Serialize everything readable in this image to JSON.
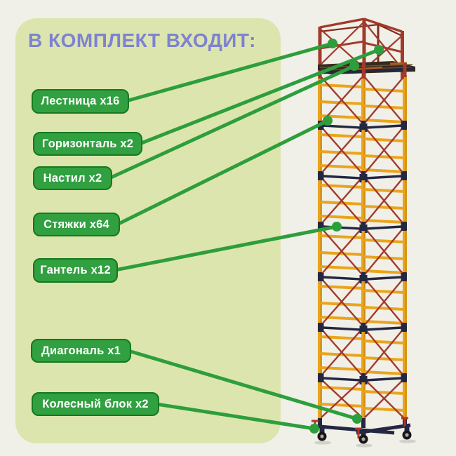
{
  "title": "В КОМПЛЕКТ ВХОДИТ:",
  "kit_items": [
    {
      "label": "Лестница x16"
    },
    {
      "label": "Горизонталь x2"
    },
    {
      "label": "Настил x2"
    },
    {
      "label": "Стяжки x64"
    },
    {
      "label": "Гантель x12"
    },
    {
      "label": "Диагональ x1"
    },
    {
      "label": "Колесный блок x2"
    }
  ],
  "colors": {
    "page_bg": "#f0f0e8",
    "panel_bg": "#dde5ae",
    "title_text": "#7e82d1",
    "pill_bg": "#31a040",
    "pill_border": "#15791d",
    "pill_text": "#ffffff",
    "connector_green": "#2d9e3c",
    "tower_yellow": "#eaa41d",
    "tower_yellow_dark": "#b97f12",
    "tower_red": "#a23a2b",
    "tower_red_dark": "#82291d",
    "tower_navy": "#232742",
    "deck_brown": "#352a1d",
    "deck_plank": "#6a5130",
    "deck_orange": "#b35a1e",
    "wheel_black": "#161616",
    "wheel_hub": "#a8a8a8",
    "jack_red": "#b23527",
    "shadow": "rgba(0,0,0,0.13)"
  }
}
